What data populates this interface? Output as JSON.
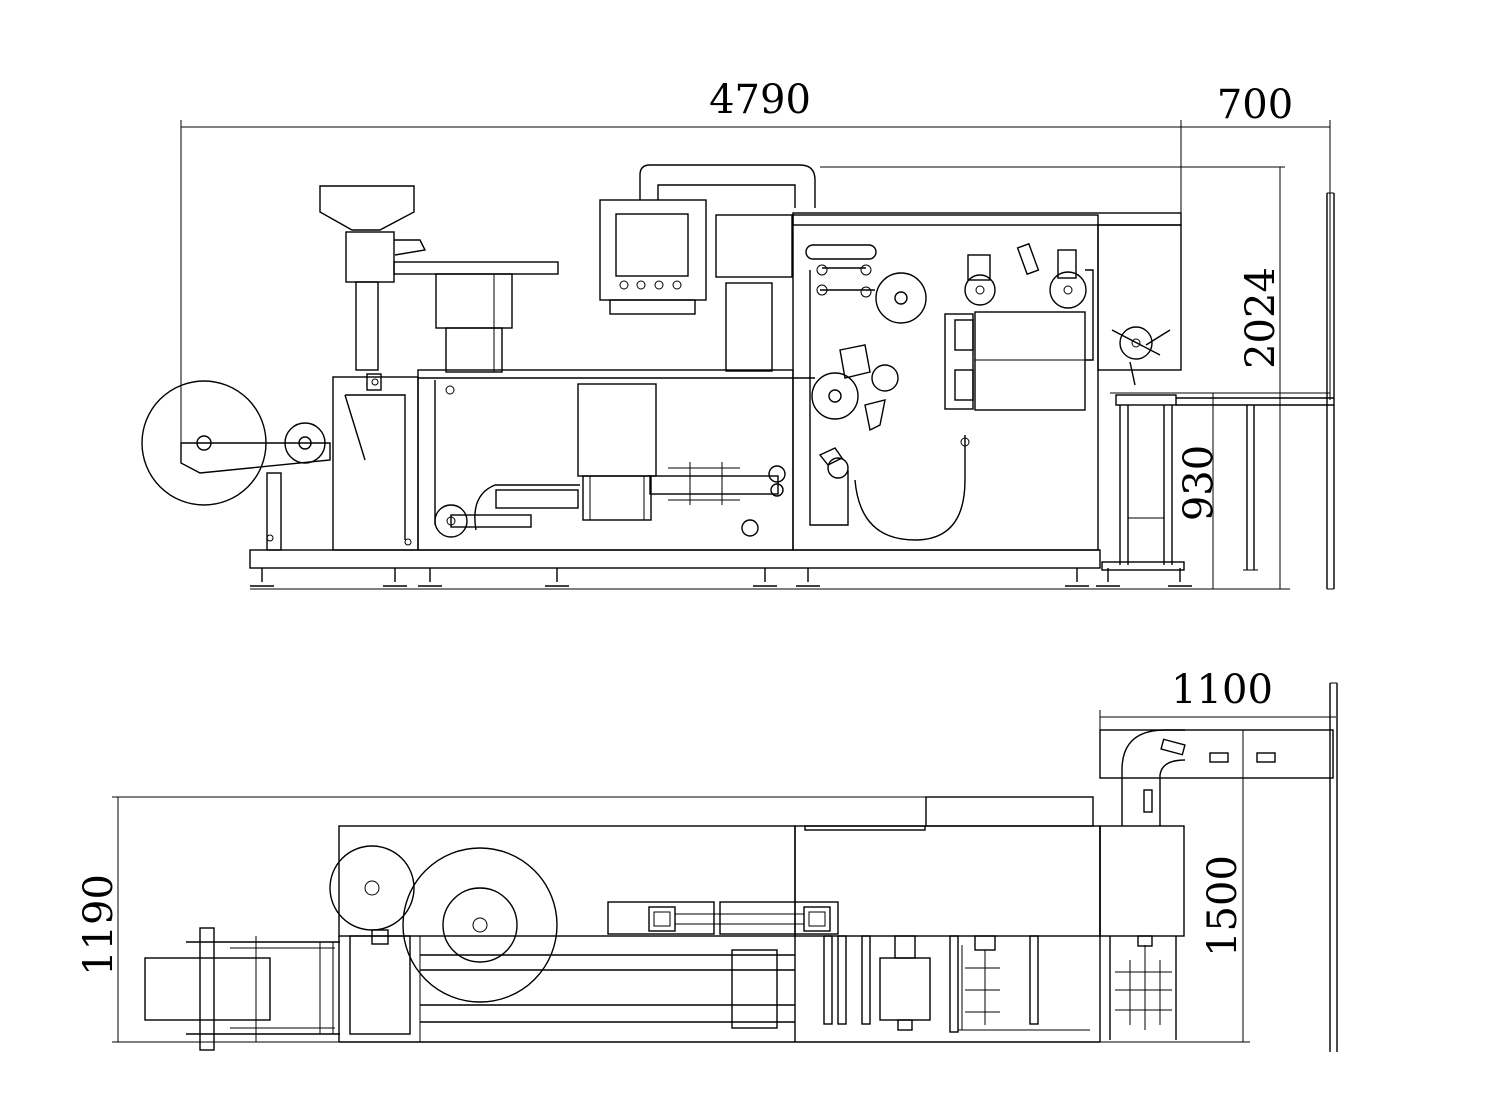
{
  "dimensions": {
    "overall_length": "4790",
    "table_depth": "700",
    "overall_height": "2024",
    "table_height": "930",
    "plan_depth": "1190",
    "conveyor_width": "1100",
    "conveyor_depth": "1500"
  },
  "colors": {
    "line": "#000000",
    "background": "#ffffff"
  }
}
